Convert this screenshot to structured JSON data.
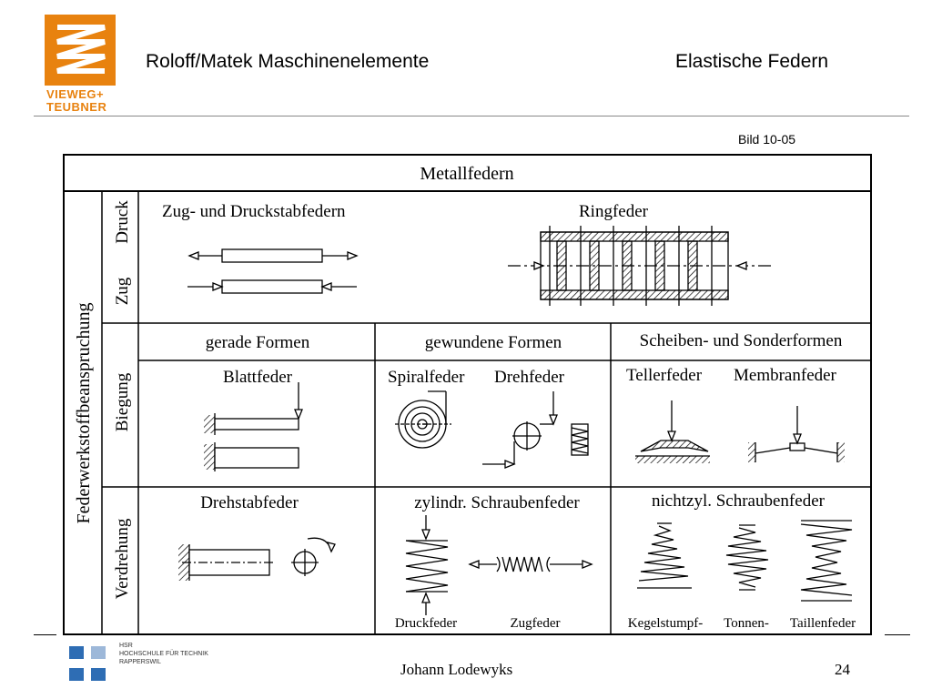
{
  "header": {
    "logo_line1": "VIEWEG+",
    "logo_line2": "TEUBNER",
    "book_title": "Roloff/Matek Maschinenelemente",
    "chapter_title": "Elastische Federn"
  },
  "figure": {
    "label": "Bild 10-05",
    "title": "Metallfedern",
    "row_group_label": "Federwerkstoffbeanspruchung",
    "row_labels": {
      "druck": "Druck",
      "zug": "Zug",
      "biegung": "Biegung",
      "verdrehung": "Verdrehung"
    },
    "row1": {
      "left": "Zug- und Druckstabfedern",
      "right": "Ringfeder"
    },
    "col_headers": [
      "gerade Formen",
      "gewundene Formen",
      "Scheiben- und Sonderformen"
    ],
    "biegung": {
      "c1": "Blattfeder",
      "c2a": "Spiralfeder",
      "c2b": "Drehfeder",
      "c3a": "Tellerfeder",
      "c3b": "Membranfeder"
    },
    "verdrehung": {
      "c1": "Drehstabfeder",
      "c2": "zylindr. Schraubenfeder",
      "c3": "nichtzyl. Schraubenfeder",
      "c2_sub1": "Druckfeder",
      "c2_sub2": "Zugfeder",
      "c3_sub1": "Kegelstumpf-",
      "c3_sub2": "Tonnen-",
      "c3_sub3": "Taillenfeder"
    }
  },
  "footer": {
    "inst_line1": "HSR",
    "inst_line2": "HOCHSCHULE FÜR TECHNIK",
    "inst_line3": "RAPPERSWIL",
    "author": "Johann Lodewyks",
    "page": "24"
  },
  "colors": {
    "logo_orange": "#E8820F",
    "hsr_blue": "#2E6DB4"
  }
}
